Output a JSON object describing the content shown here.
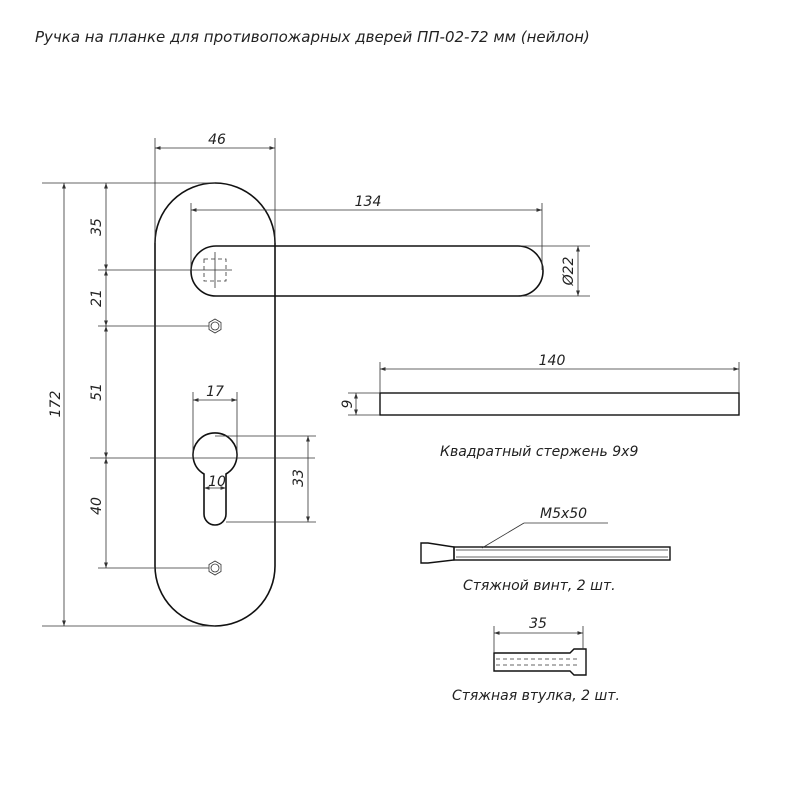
{
  "title": "Ручка на планке для противопожарных дверей ПП-02-72 мм (нейлон)",
  "handle": {
    "dimensions": {
      "plate_width": "46",
      "lever_length": "134",
      "lever_diameter": "Ø22",
      "total_height": "172",
      "top_to_spindle": "35",
      "spindle_to_screw": "21",
      "screw_to_cylinder": "51",
      "cylinder_to_screw": "40",
      "cylinder_width": "17",
      "cylinder_height": "33",
      "cylinder_slot": "10"
    }
  },
  "square_rod": {
    "length": "140",
    "section": "9",
    "label": "Квадратный стержень 9x9"
  },
  "screw": {
    "spec": "M5x50",
    "label": "Стяжной винт, 2 шт."
  },
  "sleeve": {
    "length": "35",
    "label": "Стяжная втулка, 2 шт."
  }
}
